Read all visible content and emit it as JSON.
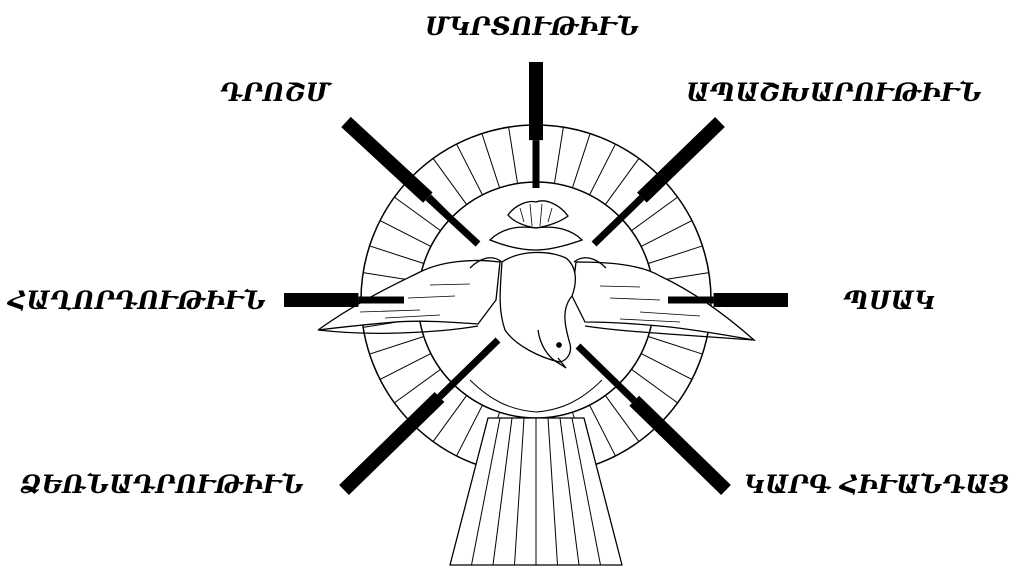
{
  "labels": {
    "top": "ՄԿՐՏՈՒԹԻՒՆ",
    "top_left": "ԴՐՈՇՄ",
    "top_right": "ԱՊԱՇԽԱՐՈՒԹԻՒՆ",
    "left": "ՀԱՂՈՐԴՈՒԹԻՒՆ",
    "right": "ՊՍԱԿ",
    "bottom_left": "ՁԵՌՆԱԴՐՈՒԹԻՒՆ",
    "bottom_right": "ԿԱՐԳ ՀԻՒԱՆԴԱՑ"
  },
  "colors": {
    "ink": "#000000",
    "paper": "#ffffff"
  }
}
